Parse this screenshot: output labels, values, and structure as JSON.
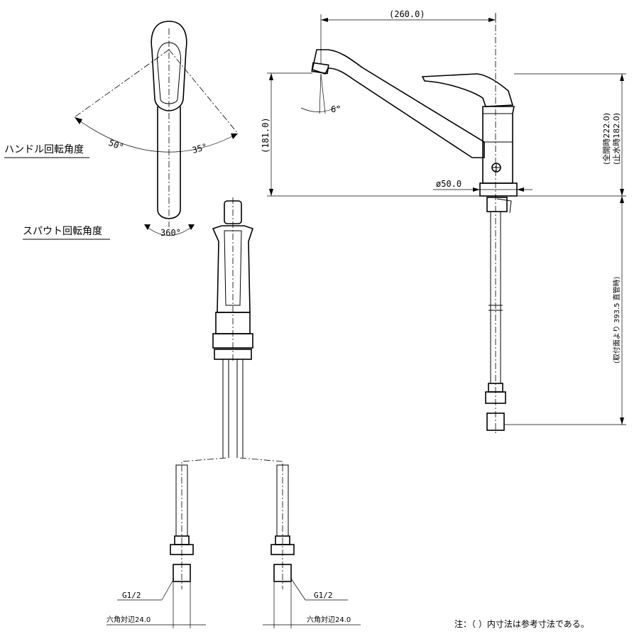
{
  "labels": {
    "handle_rotation": "ハンドル回転角度",
    "spout_rotation": "スパウト回転角度",
    "note": "注：（ ）内寸法は参考寸法である。"
  },
  "angles": {
    "left": "50°",
    "right": "35°",
    "spout": "360°",
    "tilt": "6°"
  },
  "dimensions": {
    "width": "(260.0)",
    "height": "(181.0)",
    "diameter": "ø50.0",
    "total_open": "(全開時222.0)",
    "stop_water": "(止水時182.0)",
    "hose_length": "(取付面より 393.5 直管時)"
  },
  "fittings": {
    "thread_left": "G1/2",
    "thread_right": "G1/2",
    "hex_left": "六角対辺24.0",
    "hex_right": "六角対辺24.0"
  }
}
